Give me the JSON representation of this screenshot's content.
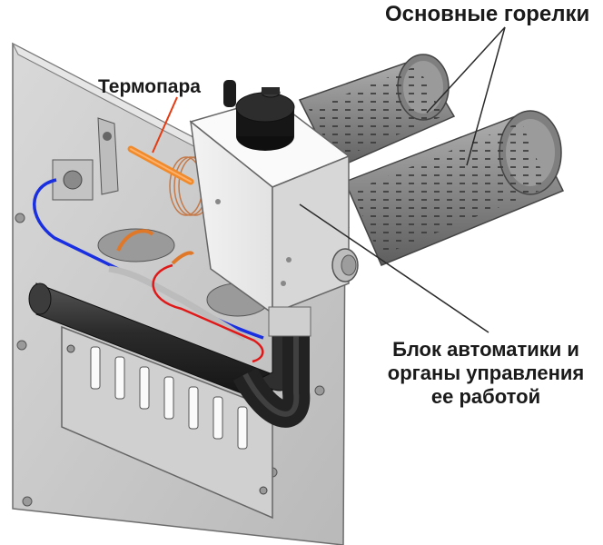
{
  "labels": {
    "main_burners": "Основные горелки",
    "thermocouple": "Термопара",
    "control_block": [
      "Блок автоматики и",
      "органы управления",
      "ее работой"
    ]
  },
  "colors": {
    "thermocouple_tube": "#f08a2a",
    "gas_line_blue": "#1a2fe0",
    "gas_line_red": "#e01818",
    "burner_metal": "#8a8a8a",
    "plate": "#cfcfcf",
    "pipe_dark": "#2a2a2a"
  }
}
